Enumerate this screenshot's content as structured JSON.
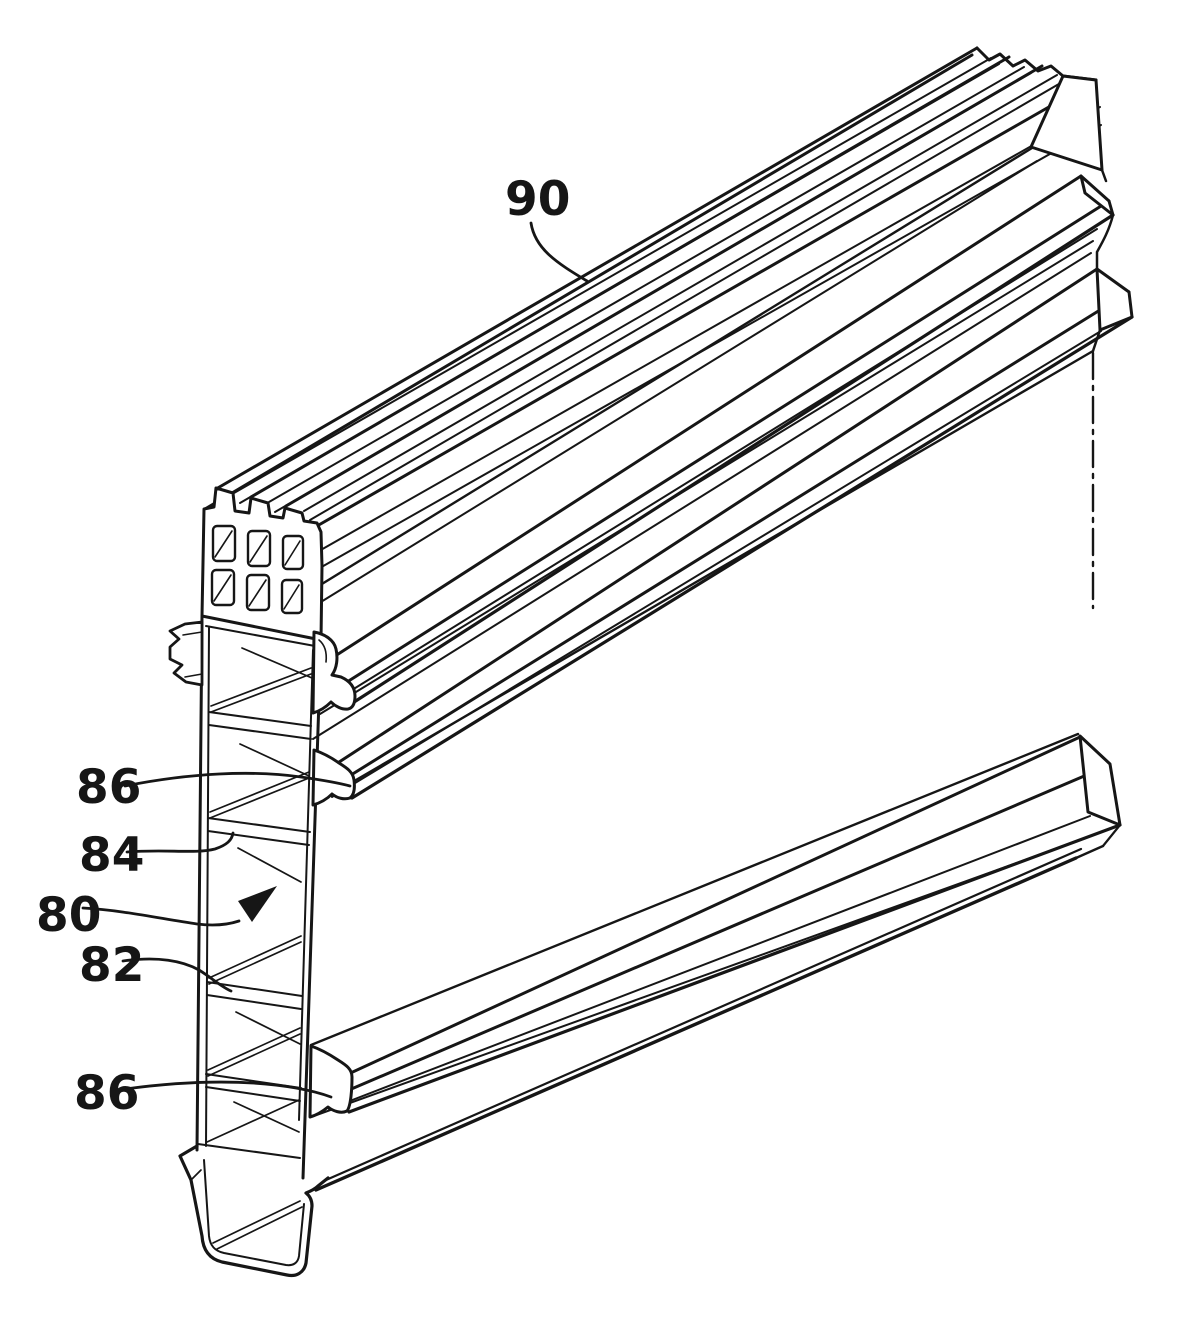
{
  "figure": {
    "kind": "patent-line-drawing",
    "description": "Isometric perspective view of an elongated extruded multi-chamber rail profile, cut away at the right end with a break line; left end shows the cross-section with hollow chambers, internal ribs, top cell block, side flange and bottom trough channel.",
    "background_color": "#ffffff",
    "line_color": "#161616",
    "labels": [
      {
        "id": "ref-90",
        "text": "90",
        "target": "ribbed top rail of profile"
      },
      {
        "id": "ref-86-upper",
        "text": "86",
        "target": "upper hook ledge (rail flange)"
      },
      {
        "id": "ref-84",
        "text": "84",
        "target": "transverse internal rib"
      },
      {
        "id": "ref-80",
        "text": "80",
        "target": "hollow chamber of profile body"
      },
      {
        "id": "ref-82",
        "text": "82",
        "target": "lower transverse internal rib"
      },
      {
        "id": "ref-86-lower",
        "text": "86",
        "target": "lower hook ledge (rail flange)"
      }
    ]
  }
}
